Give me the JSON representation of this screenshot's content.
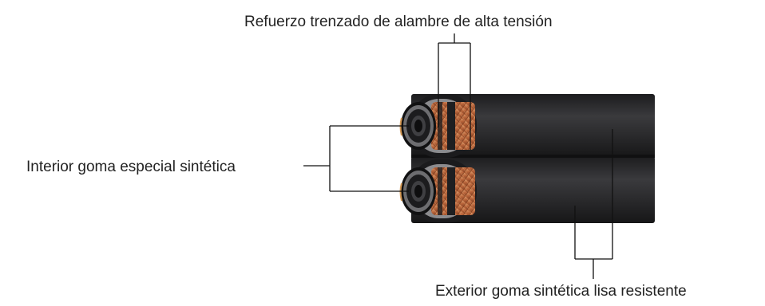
{
  "labels": {
    "reinforcement": "Refuerzo trenzado de alambre de alta tensión",
    "inner": "Interior goma especial sintética",
    "outer": "Exterior goma sintética lisa resistente"
  },
  "colors": {
    "cover": "#2b2b2d",
    "braid": "#c9784a",
    "tube": "#1e1e20",
    "leader": "#111111"
  }
}
